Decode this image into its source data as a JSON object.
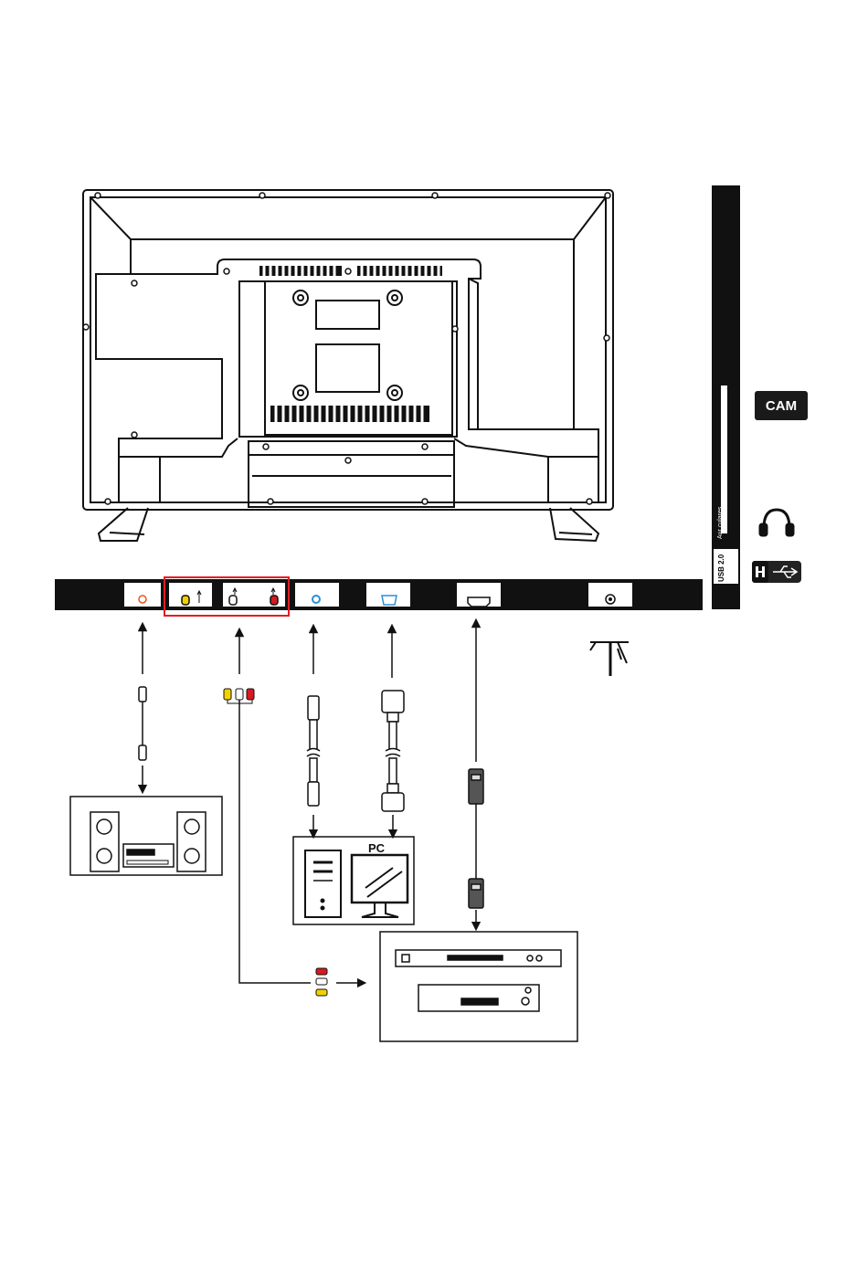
{
  "labels": {
    "cam": "CAM",
    "pc": "PC",
    "side_headphone": "Aur culares",
    "side_usb": "USB 2.0"
  },
  "colors": {
    "line": "#111111",
    "highlight_box": "#e31e24",
    "rca_yellow": "#f2d100",
    "rca_white": "#ffffff",
    "rca_red": "#d71920",
    "port_blue": "#2b8fd6",
    "port_orange": "#e8541e"
  },
  "icons": [
    "headphones-icon",
    "usb-icon",
    "antenna-icon",
    "cam-card-icon"
  ]
}
